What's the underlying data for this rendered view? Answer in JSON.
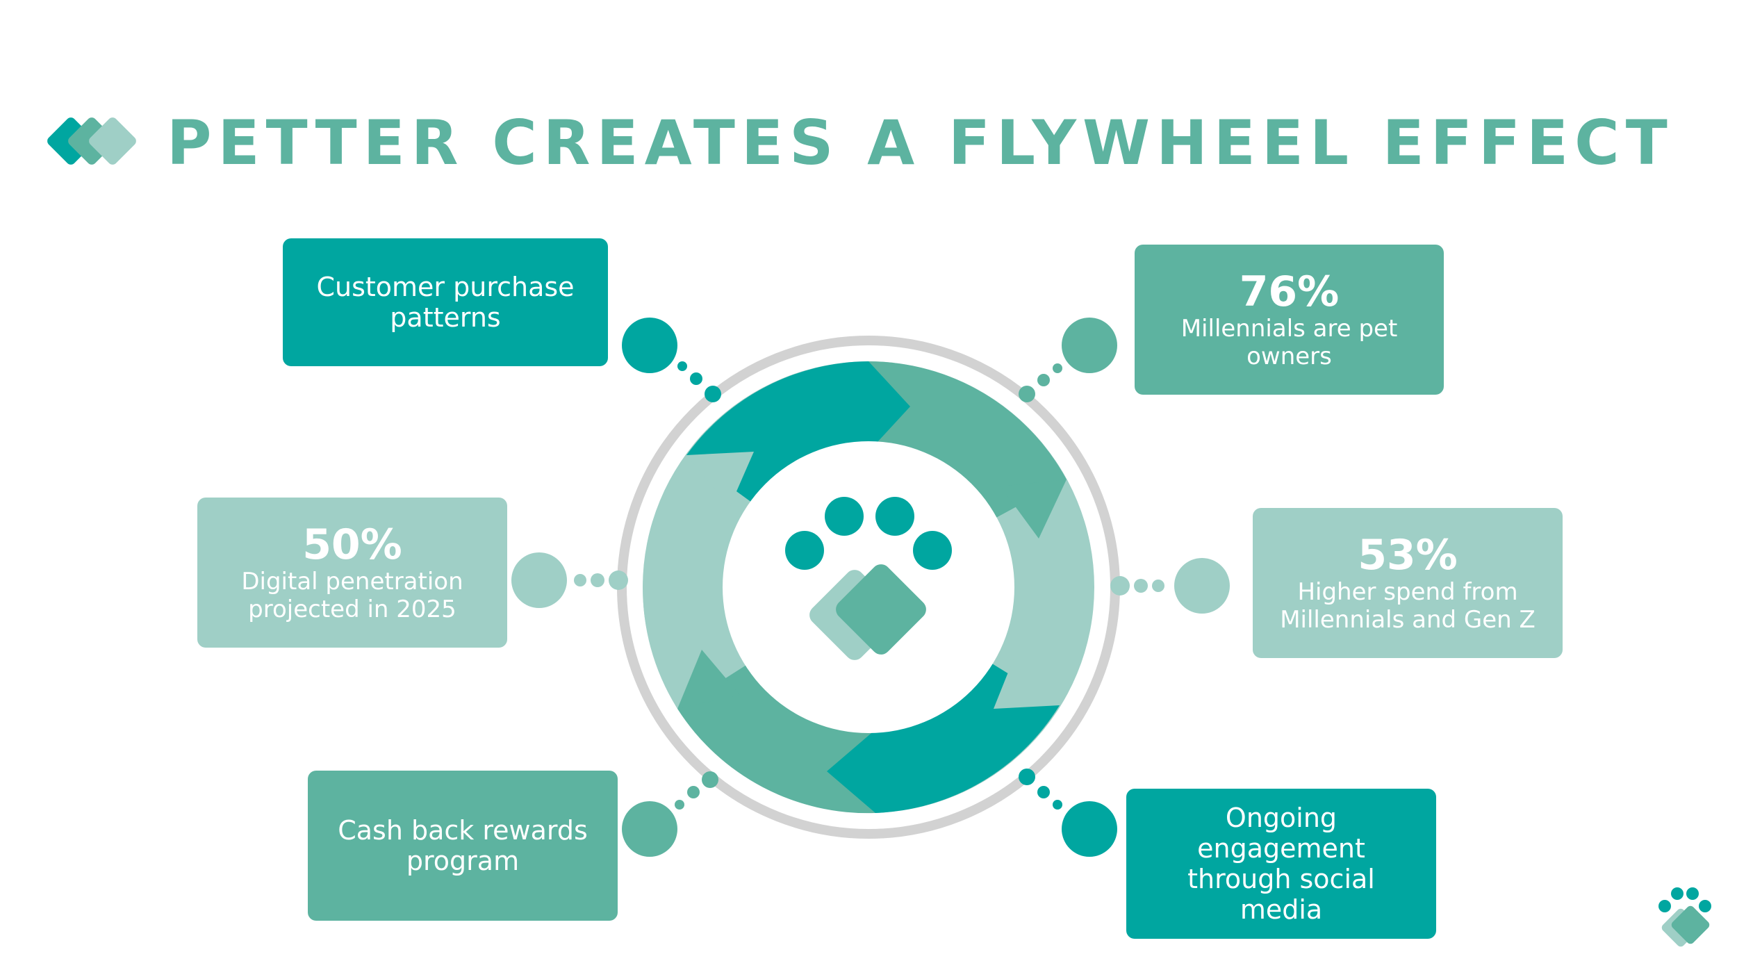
{
  "title": "PETTER CREATES A FLYWHEEL EFFECT",
  "colors": {
    "dark_teal": "#00a6a0",
    "mid_teal": "#5db3a0",
    "light_teal": "#9fcfc6",
    "ring_gray": "#d2d2d2"
  },
  "center_icon": "paw-diamond-icon",
  "boxes": {
    "customer_purchase": {
      "label": "Customer purchase patterns"
    },
    "millennials_owners": {
      "value": "76%",
      "desc": "Millennials are pet owners"
    },
    "digital_penetration": {
      "value": "50%",
      "desc": "Digital penetration projected in 2025"
    },
    "higher_spend": {
      "value": "53%",
      "desc": "Higher spend from Millennials and Gen Z"
    },
    "cash_back": {
      "label": "Cash back rewards program"
    },
    "social_media": {
      "label": "Ongoing engagement through social media"
    }
  }
}
